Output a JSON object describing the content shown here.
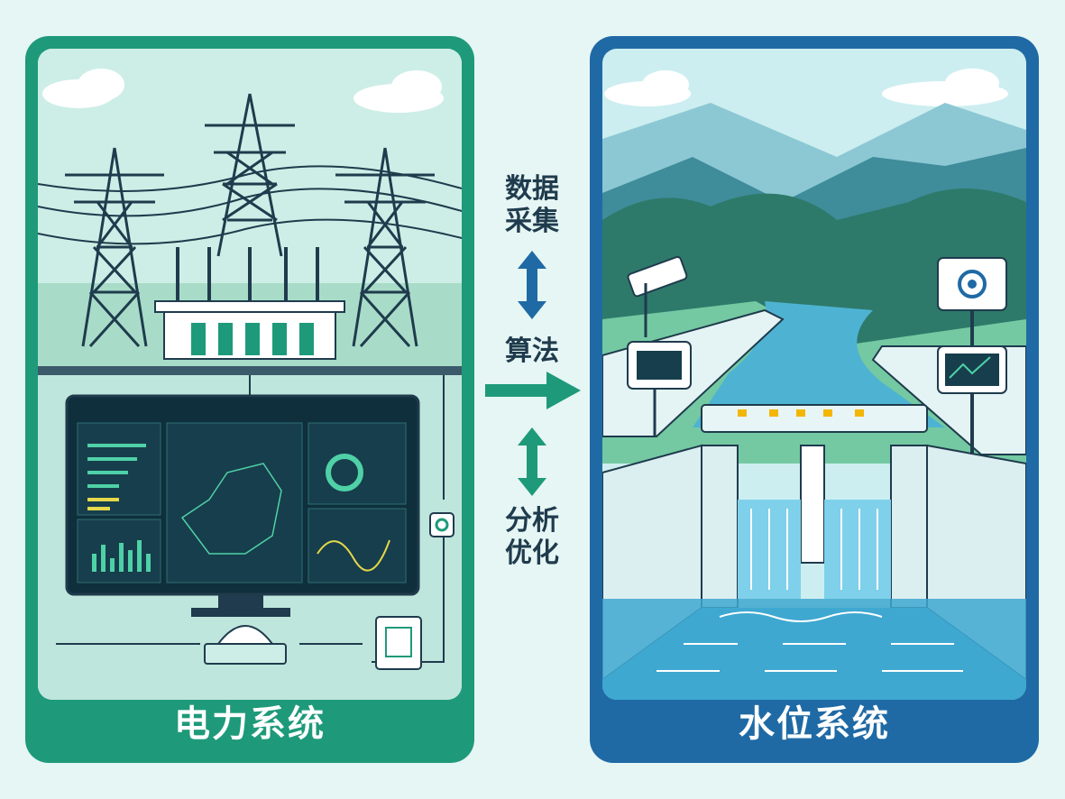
{
  "left_panel": {
    "title": "电力系统"
  },
  "right_panel": {
    "title": "水位系统"
  },
  "flow": {
    "step1_line1": "数据",
    "step1_line2": "采集",
    "step2": "算法",
    "step3_line1": "分析",
    "step3_line2": "优化"
  },
  "colors": {
    "power_frame": "#1e9a7a",
    "water_frame": "#1f6aa5",
    "arrow_blue": "#1f6aa5",
    "arrow_green": "#1e9a7a",
    "dark_line": "#1f3b4d"
  }
}
